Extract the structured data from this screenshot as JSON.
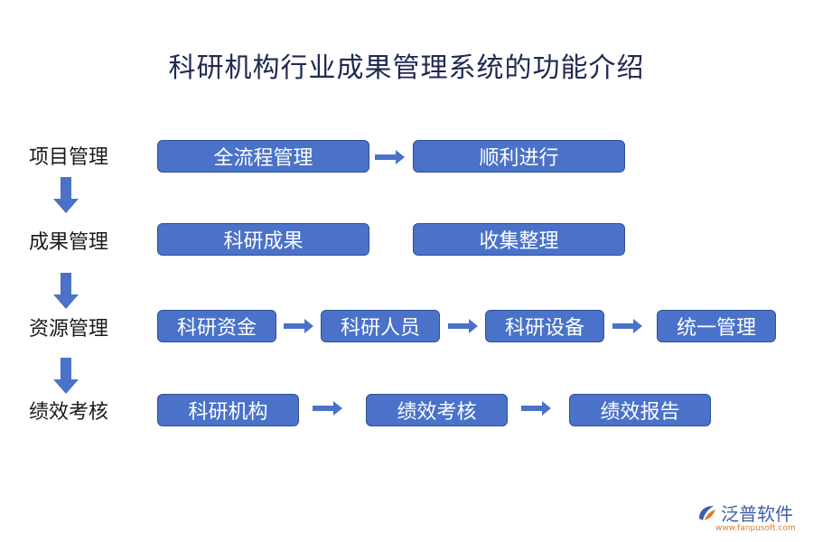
{
  "title": "科研机构行业成果管理系统的功能介绍",
  "rows": [
    {
      "label": "项目管理",
      "boxes": [
        "全流程管理",
        "顺利进行"
      ]
    },
    {
      "label": "成果管理",
      "boxes": [
        "科研成果",
        "收集整理"
      ]
    },
    {
      "label": "资源管理",
      "boxes": [
        "科研资金",
        "科研人员",
        "科研设备",
        "统一管理"
      ]
    },
    {
      "label": "绩效考核",
      "boxes": [
        "科研机构",
        "绩效考核",
        "绩效报告"
      ]
    }
  ],
  "logo": {
    "name": "泛普软件",
    "url": "www.fanpusoft.com"
  },
  "colors": {
    "box": "#4a72c9",
    "arrow": "#4a72c9",
    "title": "#1f2a4f"
  }
}
